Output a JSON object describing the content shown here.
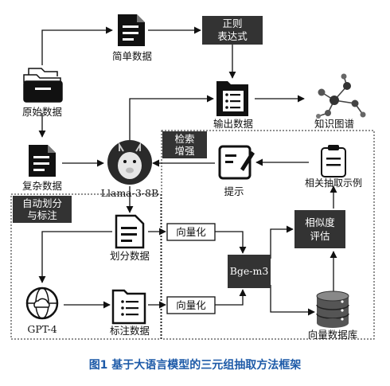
{
  "caption": "图1   基于大语言模型的三元组抽取方法框架",
  "nodes": {
    "raw": "原始数据",
    "simple": "简单数据",
    "complex": "复杂数据",
    "regex_line1": "正则",
    "regex_line2": "表达式",
    "output": "输出数据",
    "kg": "知识图谱",
    "llama": "Llama-3-8B",
    "rag_line1": "检索",
    "rag_line2": "增强",
    "prompt": "提示",
    "examples": "相关抽取示例",
    "auto_line1": "自动划分",
    "auto_line2": "与标注",
    "split": "划分数据",
    "annot": "标注数据",
    "gpt": "GPT-4",
    "vec1": "向量化",
    "vec2": "向量化",
    "bge": "Bge-m3",
    "sim_line1": "相似度",
    "sim_line2": "评估",
    "vdb": "向量数据库"
  }
}
